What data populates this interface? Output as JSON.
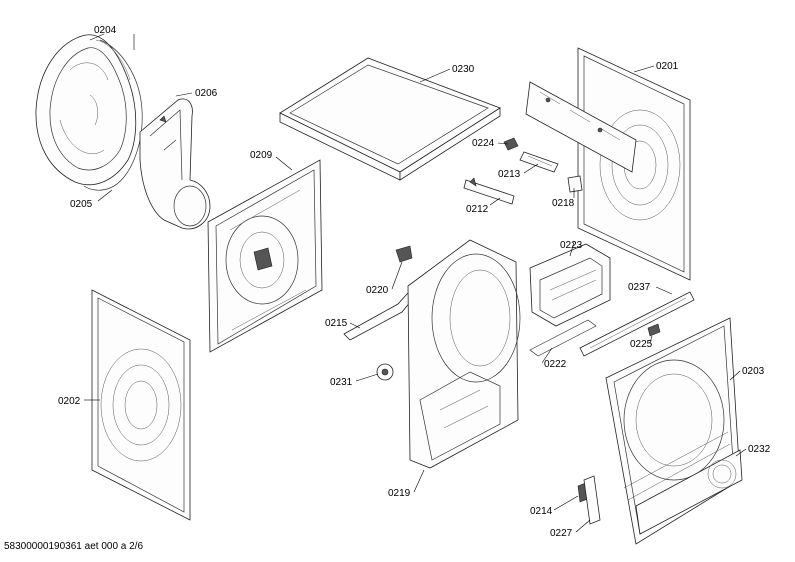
{
  "diagram": {
    "parts": [
      {
        "id": "p0204",
        "label": "0204"
      },
      {
        "id": "p0206",
        "label": "0206"
      },
      {
        "id": "p0205",
        "label": "0205"
      },
      {
        "id": "p0230",
        "label": "0230"
      },
      {
        "id": "p0201",
        "label": "0201"
      },
      {
        "id": "p0209",
        "label": "0209"
      },
      {
        "id": "p0224",
        "label": "0224"
      },
      {
        "id": "p0213",
        "label": "0213"
      },
      {
        "id": "p0212",
        "label": "0212"
      },
      {
        "id": "p0218",
        "label": "0218"
      },
      {
        "id": "p0223",
        "label": "0223"
      },
      {
        "id": "p0220",
        "label": "0220"
      },
      {
        "id": "p0237",
        "label": "0237"
      },
      {
        "id": "p0215",
        "label": "0215"
      },
      {
        "id": "p0225",
        "label": "0225"
      },
      {
        "id": "p0222",
        "label": "0222"
      },
      {
        "id": "p0203",
        "label": "0203"
      },
      {
        "id": "p0231",
        "label": "0231"
      },
      {
        "id": "p0202",
        "label": "0202"
      },
      {
        "id": "p0232",
        "label": "0232"
      },
      {
        "id": "p0219",
        "label": "0219"
      },
      {
        "id": "p0214",
        "label": "0214"
      },
      {
        "id": "p0227",
        "label": "0227"
      }
    ]
  },
  "footer": {
    "text": "58300000190361 aet 000 a 2/6"
  }
}
